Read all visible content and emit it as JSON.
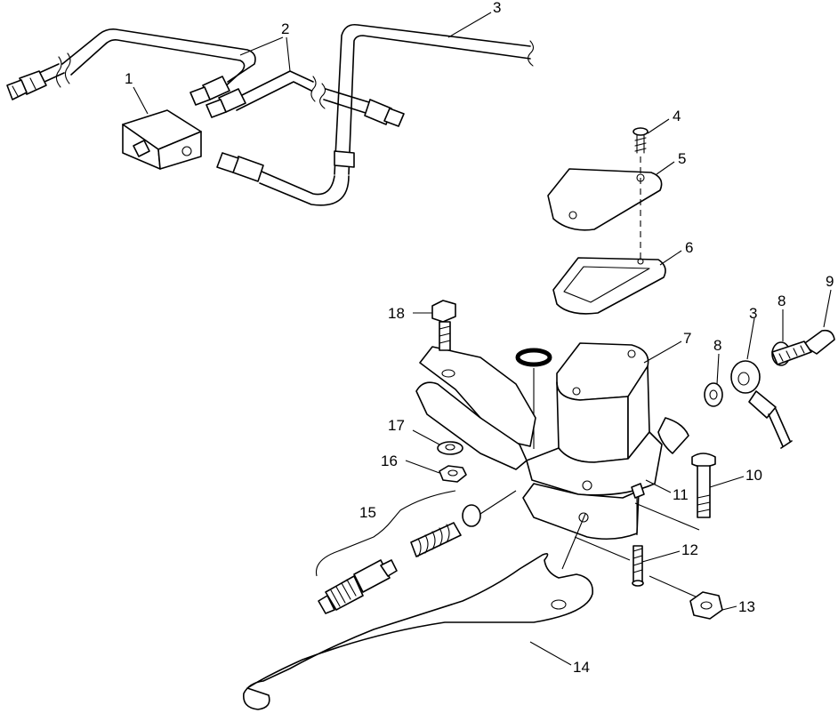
{
  "diagram": {
    "type": "exploded parts diagram",
    "callouts": [
      {
        "id": "c1",
        "label": "1"
      },
      {
        "id": "c2",
        "label": "2"
      },
      {
        "id": "c3a",
        "label": "3"
      },
      {
        "id": "c4",
        "label": "4"
      },
      {
        "id": "c5",
        "label": "5"
      },
      {
        "id": "c6",
        "label": "6"
      },
      {
        "id": "c7",
        "label": "7"
      },
      {
        "id": "c3b",
        "label": "3"
      },
      {
        "id": "c8a",
        "label": "8"
      },
      {
        "id": "c8b",
        "label": "8"
      },
      {
        "id": "c9",
        "label": "9"
      },
      {
        "id": "c10",
        "label": "10"
      },
      {
        "id": "c11",
        "label": "11"
      },
      {
        "id": "c12",
        "label": "12"
      },
      {
        "id": "c13",
        "label": "13"
      },
      {
        "id": "c14",
        "label": "14"
      },
      {
        "id": "c15",
        "label": "15"
      },
      {
        "id": "c16",
        "label": "16"
      },
      {
        "id": "c17",
        "label": "17"
      },
      {
        "id": "c18",
        "label": "18"
      }
    ]
  }
}
